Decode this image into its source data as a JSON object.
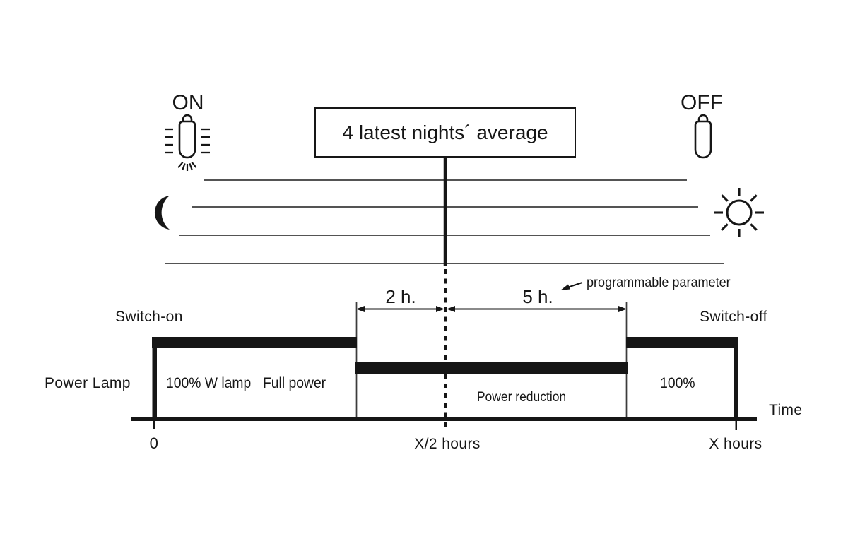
{
  "colors": {
    "ink": "#161616",
    "thin_line": "#3c3c3c",
    "background": "#ffffff"
  },
  "header": {
    "on_label": "ON",
    "off_label": "OFF",
    "average_box_label": "4 latest nights´ average"
  },
  "icons": {
    "lamp_on": "lamp-on-icon",
    "lamp_off": "lamp-off-icon",
    "moon": "moon-icon",
    "sun": "sun-icon"
  },
  "dimensions": {
    "left_span_label": "2 h.",
    "right_span_label": "5 h.",
    "callout_label": "programmable parameter"
  },
  "waveform": {
    "switch_on_label": "Switch-on",
    "switch_off_label": "Switch-off",
    "axis_label": "Power Lamp",
    "segment_full_label": "100% W lamp",
    "segment_full_sub_label": "Full power",
    "segment_reduction_label": "Power reduction",
    "segment_end_label": "100%",
    "time_label": "Time"
  },
  "axis": {
    "origin_tick_label": "0",
    "middle_tick_label": "X/2 hours",
    "end_tick_label": "X hours"
  }
}
